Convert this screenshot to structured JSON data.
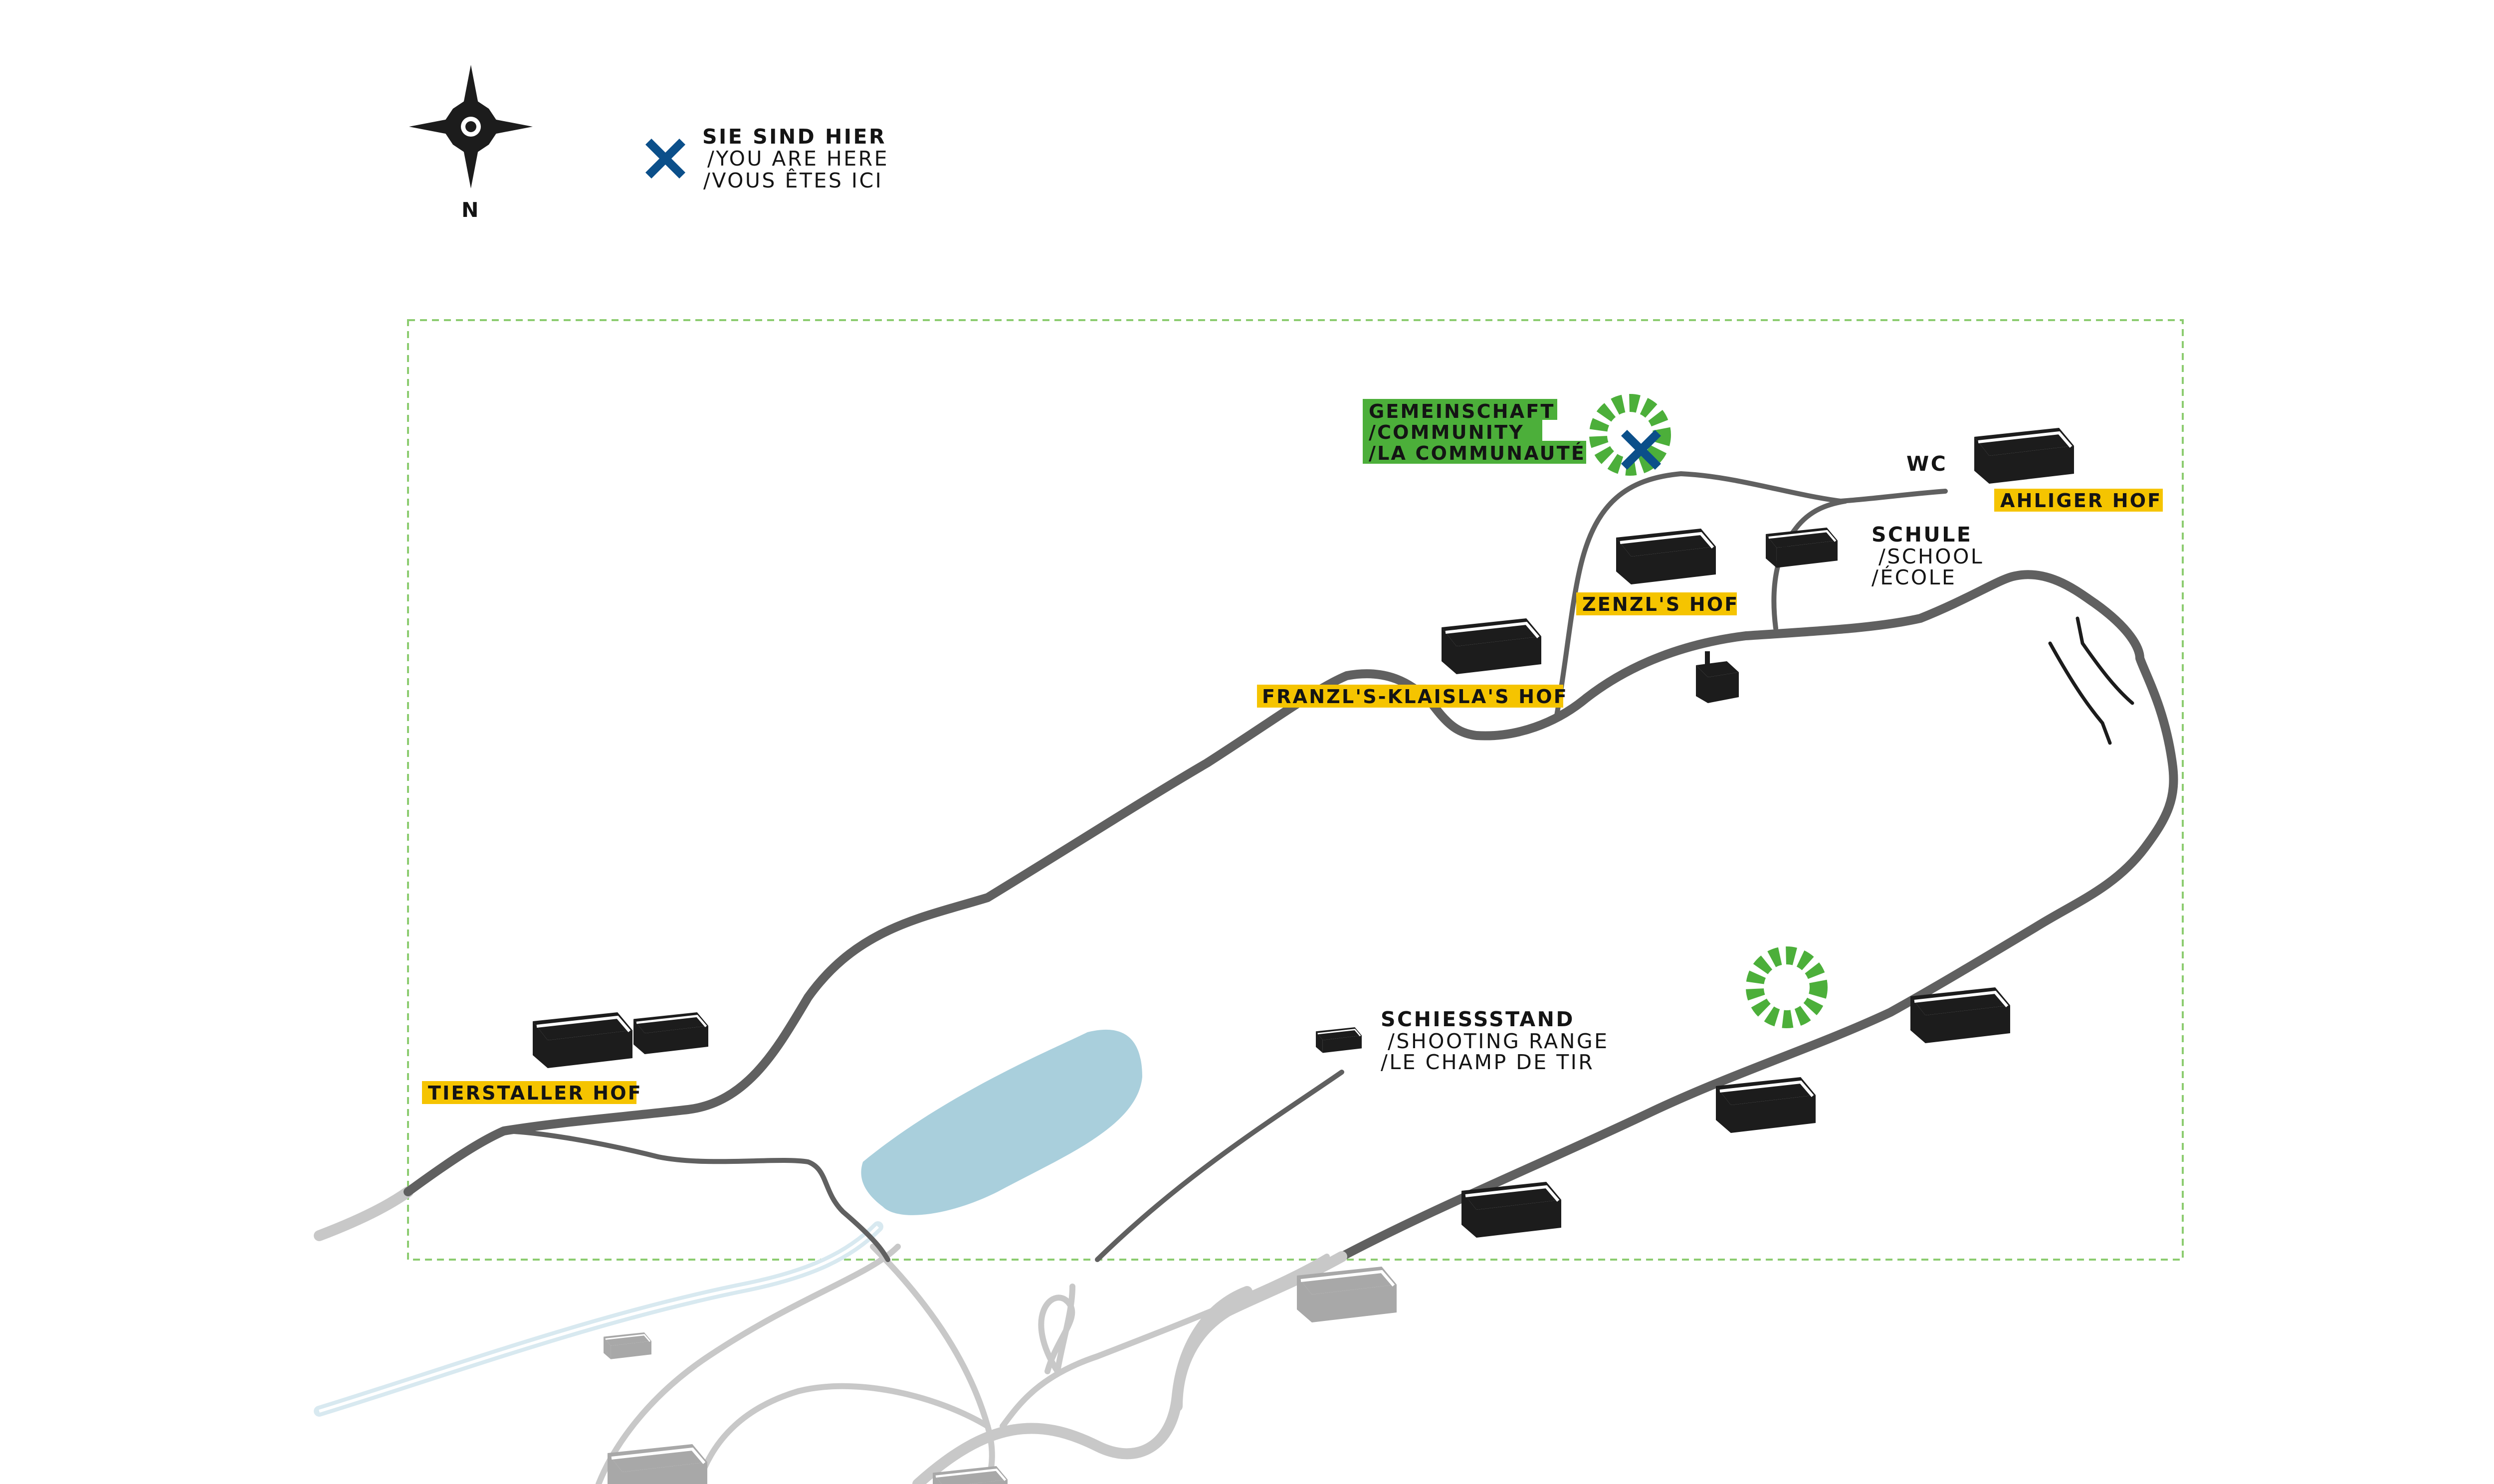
{
  "compass": {
    "letter": "N"
  },
  "legend": {
    "title": "SIE SIND HIER",
    "line2": "/YOU ARE HERE",
    "line3": "/VOUS ÊTES ICI"
  },
  "labels": {
    "community": [
      "GEMEINSCHAFT",
      "/COMMUNITY",
      "/LA COMMUNAUTÉ"
    ],
    "wc": "WC",
    "ahliger": "AHLIGER HOF",
    "zenzl": "ZENZL'S HOF",
    "school": [
      "SCHULE",
      "/SCHOOL",
      "/ÉCOLE"
    ],
    "franzl": "FRANZL'S-KLAISLA'S HOF",
    "tierstaller": "TIERSTALLER HOF",
    "shooting": [
      "SCHIESSSTAND",
      "/SHOOTING RANGE",
      "/LE CHAMP DE TIR"
    ]
  },
  "colors": {
    "farm_tag": "#f5c400",
    "community_tag": "#4caf3a",
    "here_marker": "#0b4f8a",
    "road": "#606060",
    "road_outside": "#c8c8c8",
    "building": "#1c1c1c",
    "building_outside": "#a8a8a8",
    "water": "#a9cfdc",
    "boundary": "#8ccc70"
  },
  "icons": [
    "compass-rose-icon",
    "you-are-here-x-icon",
    "community-sun-icon",
    "house-icon",
    "chapel-icon",
    "bridge-icon"
  ]
}
